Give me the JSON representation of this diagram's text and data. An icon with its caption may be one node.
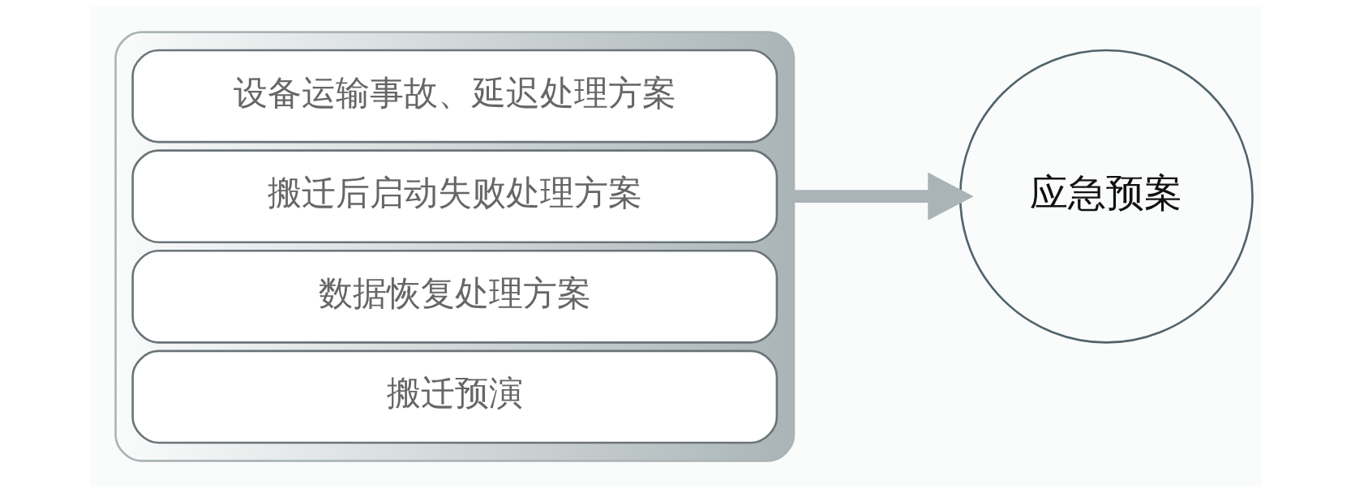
{
  "diagram": {
    "nodes": [
      {
        "text": [],
        "shape": "arrow"
      },
      {
        "text": [
          "设备运输事故、延迟处理方案"
        ],
        "in": 0
      },
      {
        "text": [
          "搬迁后启动失败处理方案"
        ],
        "in": 0
      },
      {
        "text": [
          "数据恢复处理方案"
        ],
        "in": 0
      },
      {
        "text": [
          "搬迁预演"
        ],
        "in": 0
      },
      {
        "text": [
          "应急预案"
        ]
      }
    ],
    "edges": [
      {
        "from": 0,
        "to": 5,
        "arrow": "to"
      }
    ]
  }
}
